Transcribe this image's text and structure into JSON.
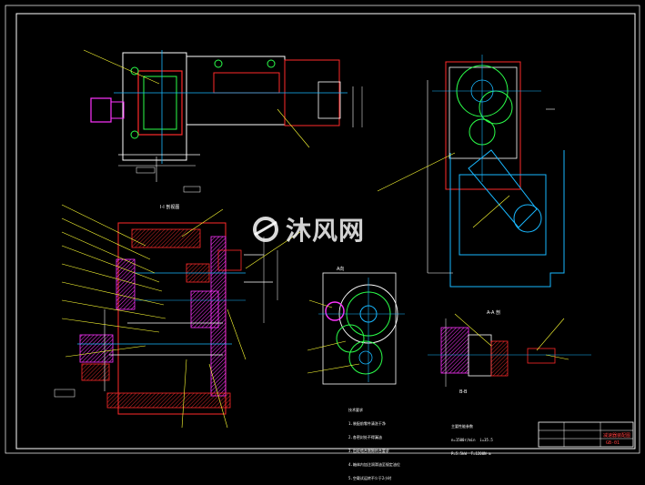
{
  "drawing": {
    "section_title": "I-I 剖视图",
    "view_a_label": "A向",
    "view_aa_label": "A-A 剖",
    "view_b_label": "B-B",
    "tech_notes_title": "技术要求",
    "tech_notes": [
      "1.装配前零件清洗干净",
      "2.各密封处不得漏油",
      "3.齿轮啮合侧隙符合要求",
      "4.箱体内加注润滑油至规定油位",
      "5.空载试运转不少于2小时"
    ],
    "spec_title": "主要性能参数",
    "spec_lines": [
      "n=1500r/min  i=35.5",
      "P=5.5kW  T=1200N·m"
    ],
    "title_block": {
      "name": "减速器装配图",
      "number": "GB-01"
    }
  },
  "watermark": {
    "text": "沐风网",
    "color": "#ffffff"
  },
  "colors": {
    "background": "#000000",
    "frame": "#ffffff",
    "outline": "#ff2a2a",
    "center": "#19b8ff",
    "gear": "#2bff4a",
    "hatch": "#ff33ff",
    "leader": "#ffff33"
  }
}
